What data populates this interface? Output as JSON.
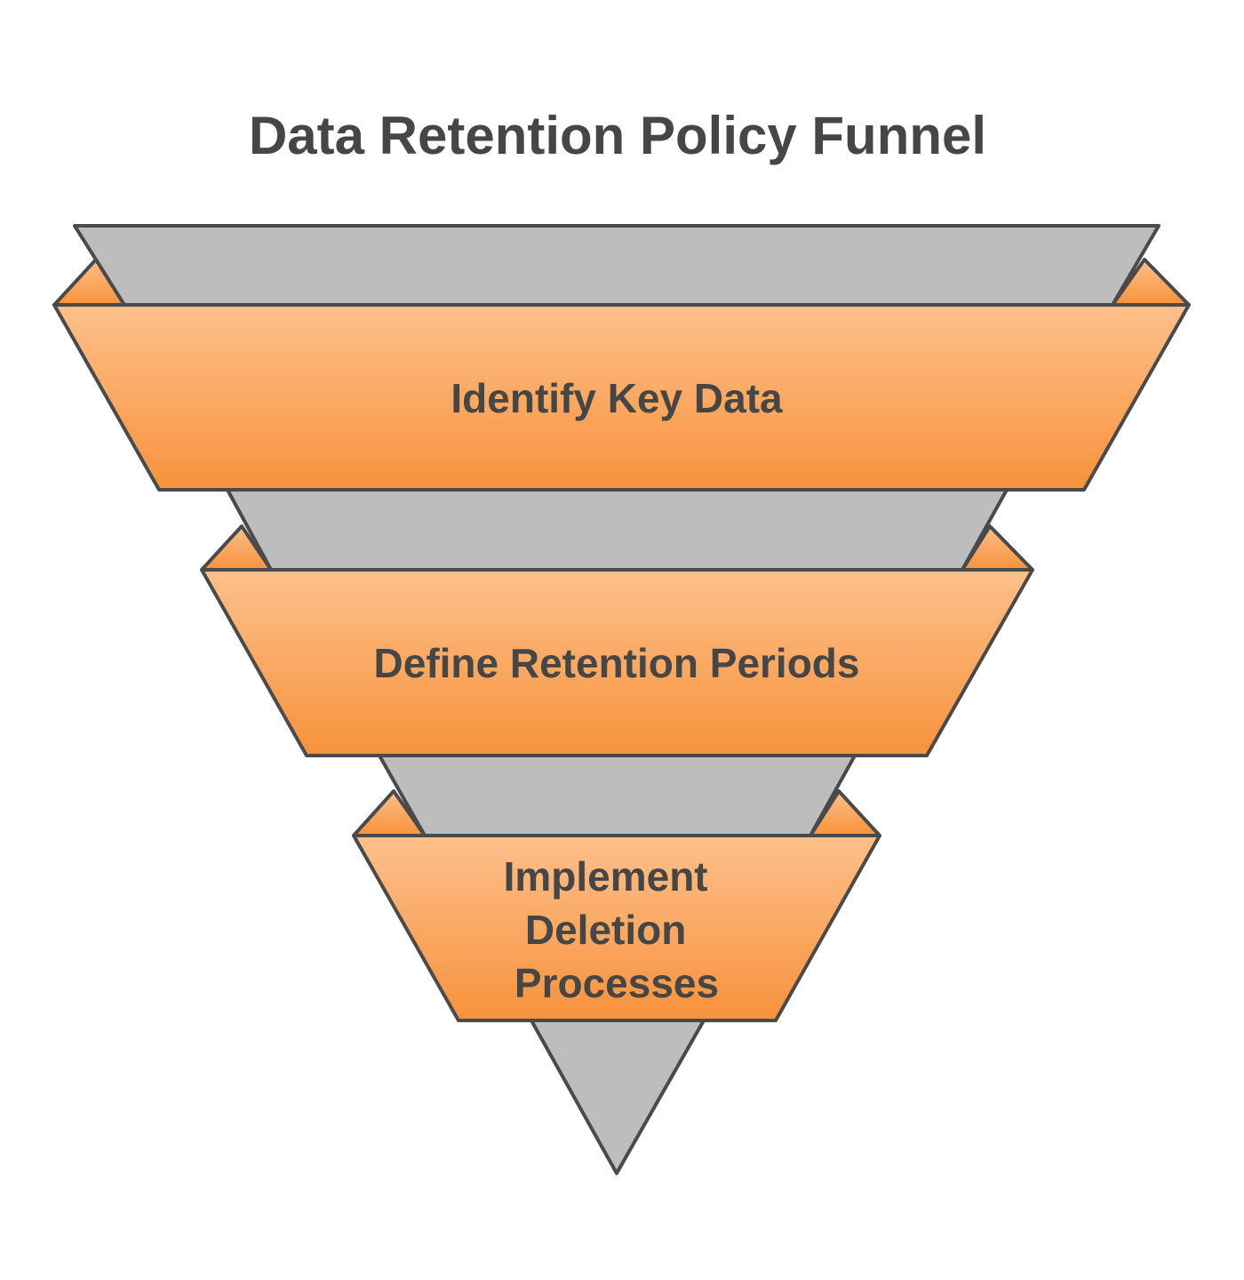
{
  "title": "Data Retention Policy Funnel",
  "stages": [
    {
      "label": "Identify Key Data"
    },
    {
      "label": "Define Retention Periods"
    },
    {
      "label_lines": [
        "Implement",
        "Deletion",
        "Processes"
      ]
    }
  ],
  "colors": {
    "band_top": "#fdc08b",
    "band_bottom": "#f7923c",
    "back": "#bdbdbd",
    "outline": "#4a4a4a",
    "text": "#464646"
  }
}
